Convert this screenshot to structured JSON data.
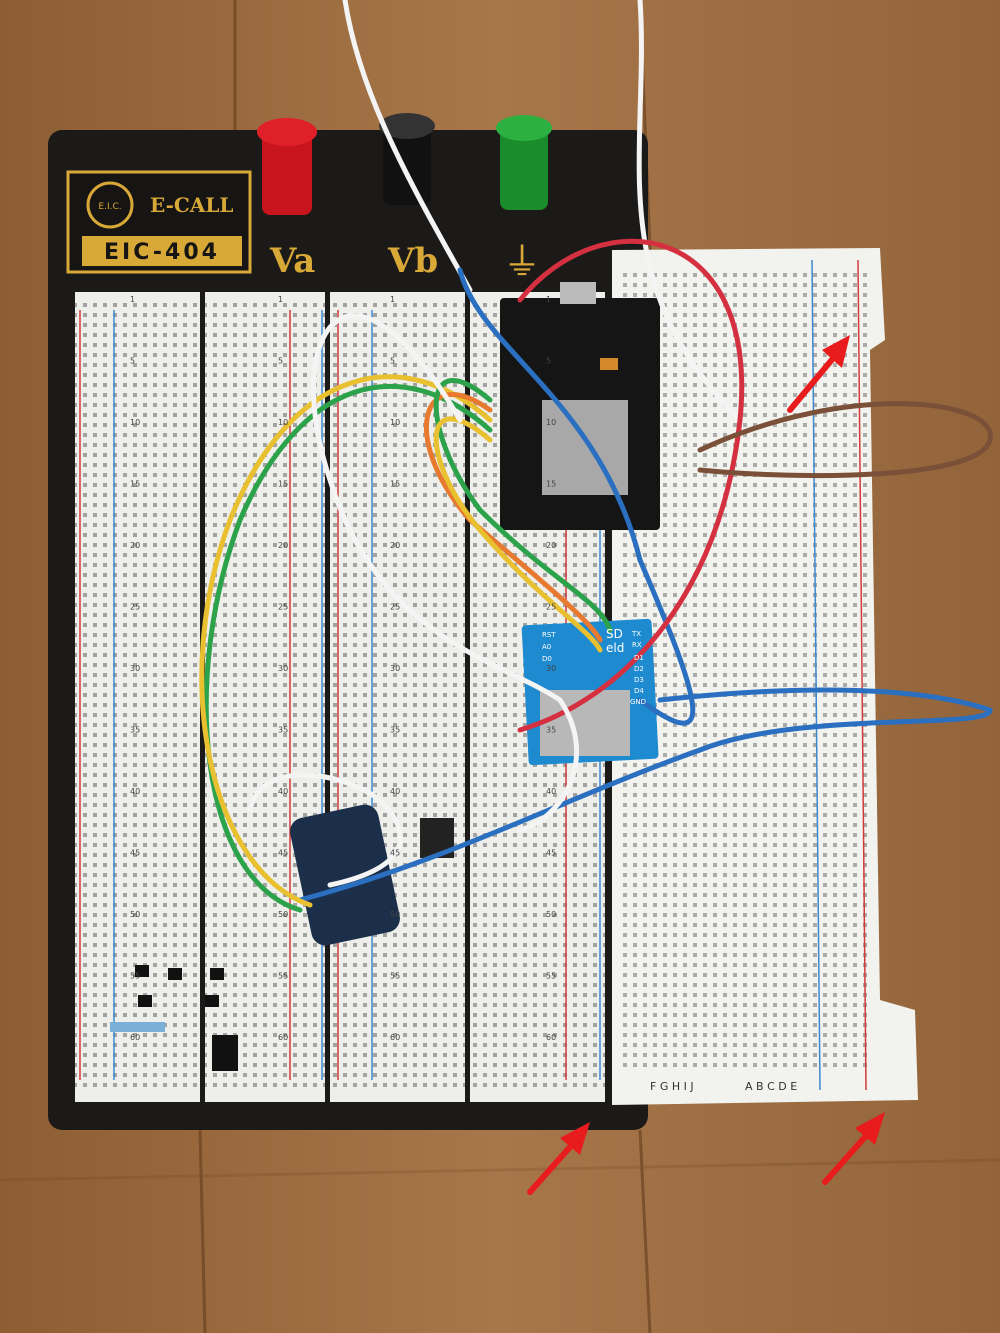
{
  "photo": {
    "brand_logo": "E.I.C.",
    "brand_name": "E-CALL",
    "model": "EIC-404",
    "terminal_a_label": "Va",
    "terminal_b_label": "Vb",
    "ground_symbol": "⏚",
    "module_labels": {
      "sd_shield": "SD",
      "sd_shield_sub": "eld",
      "pins": [
        "RST",
        "A0",
        "D0",
        "TX",
        "RX",
        "D1",
        "D2",
        "D3",
        "D4",
        "GND"
      ]
    },
    "column_letters_left": "A B C D E",
    "column_letters_right": "F G H I J",
    "row_numbers": [
      "1",
      "5",
      "10",
      "15",
      "20",
      "25",
      "30",
      "35",
      "40",
      "45",
      "50",
      "55",
      "60"
    ]
  },
  "colors": {
    "wood": "#9a6a3e",
    "board": "#1c1a18",
    "breadboard": "#eeeeea",
    "rail_red": "#d23a3a",
    "rail_blue": "#3a8ad2",
    "arrow": "#e81c1c",
    "brand_gold": "#d9a938"
  }
}
